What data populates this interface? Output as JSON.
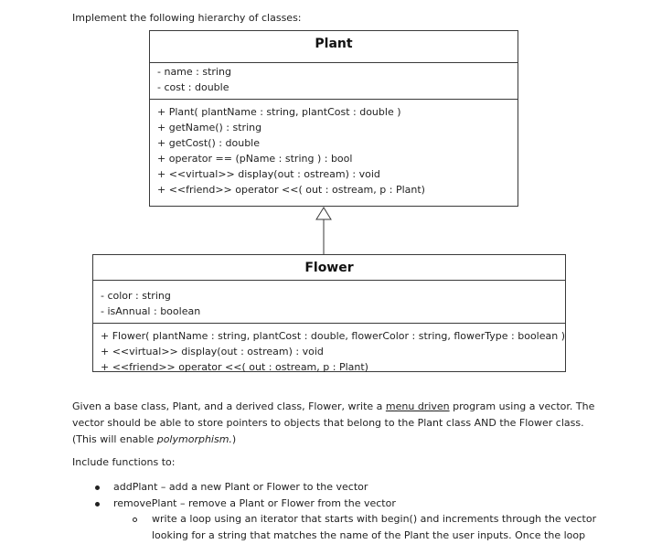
{
  "intro": "Implement the following hierarchy of classes:",
  "plant": {
    "name": "Plant",
    "attributes": [
      "- name : string",
      "- cost : double"
    ],
    "methods": [
      "+ Plant( plantName : string, plantCost : double )",
      "+ getName() : string",
      "+ getCost() : double",
      "+ operator == (pName : string ) : bool",
      "+ <<virtual>> display(out : ostream) : void",
      "+ <<friend>> operator <<( out : ostream, p : Plant)"
    ]
  },
  "flower": {
    "name": "Flower",
    "attributes": [
      "- color : string",
      "- isAnnual : boolean"
    ],
    "methods": [
      "+ Flower( plantName : string, plantCost : double,  flowerColor : string, flowerType : boolean )",
      "+ <<virtual>> display(out : ostream) : void",
      "+ <<friend>> operator <<( out : ostream, p : Plant)"
    ]
  },
  "paragraph": {
    "part1": "Given a base class, Plant, and a derived class, Flower, write a ",
    "link": "menu driven",
    "part2": " program using a vector. The",
    "line2": "vector should be able to store pointers to objects that belong to the Plant class AND the Flower class.",
    "line3a": "(This will enable ",
    "line3i": "polymorphism.",
    "line3b": ")"
  },
  "include_heading": "Include functions to:",
  "bullets": [
    "addPlant – add a new Plant or Flower to the vector",
    "removePlant – remove a Plant or Flower from the vector"
  ],
  "subbullet": [
    "write a loop using an iterator that starts with begin() and increments through the vector",
    "looking for a string that matches the name of the Plant the user inputs.  Once the loop"
  ]
}
